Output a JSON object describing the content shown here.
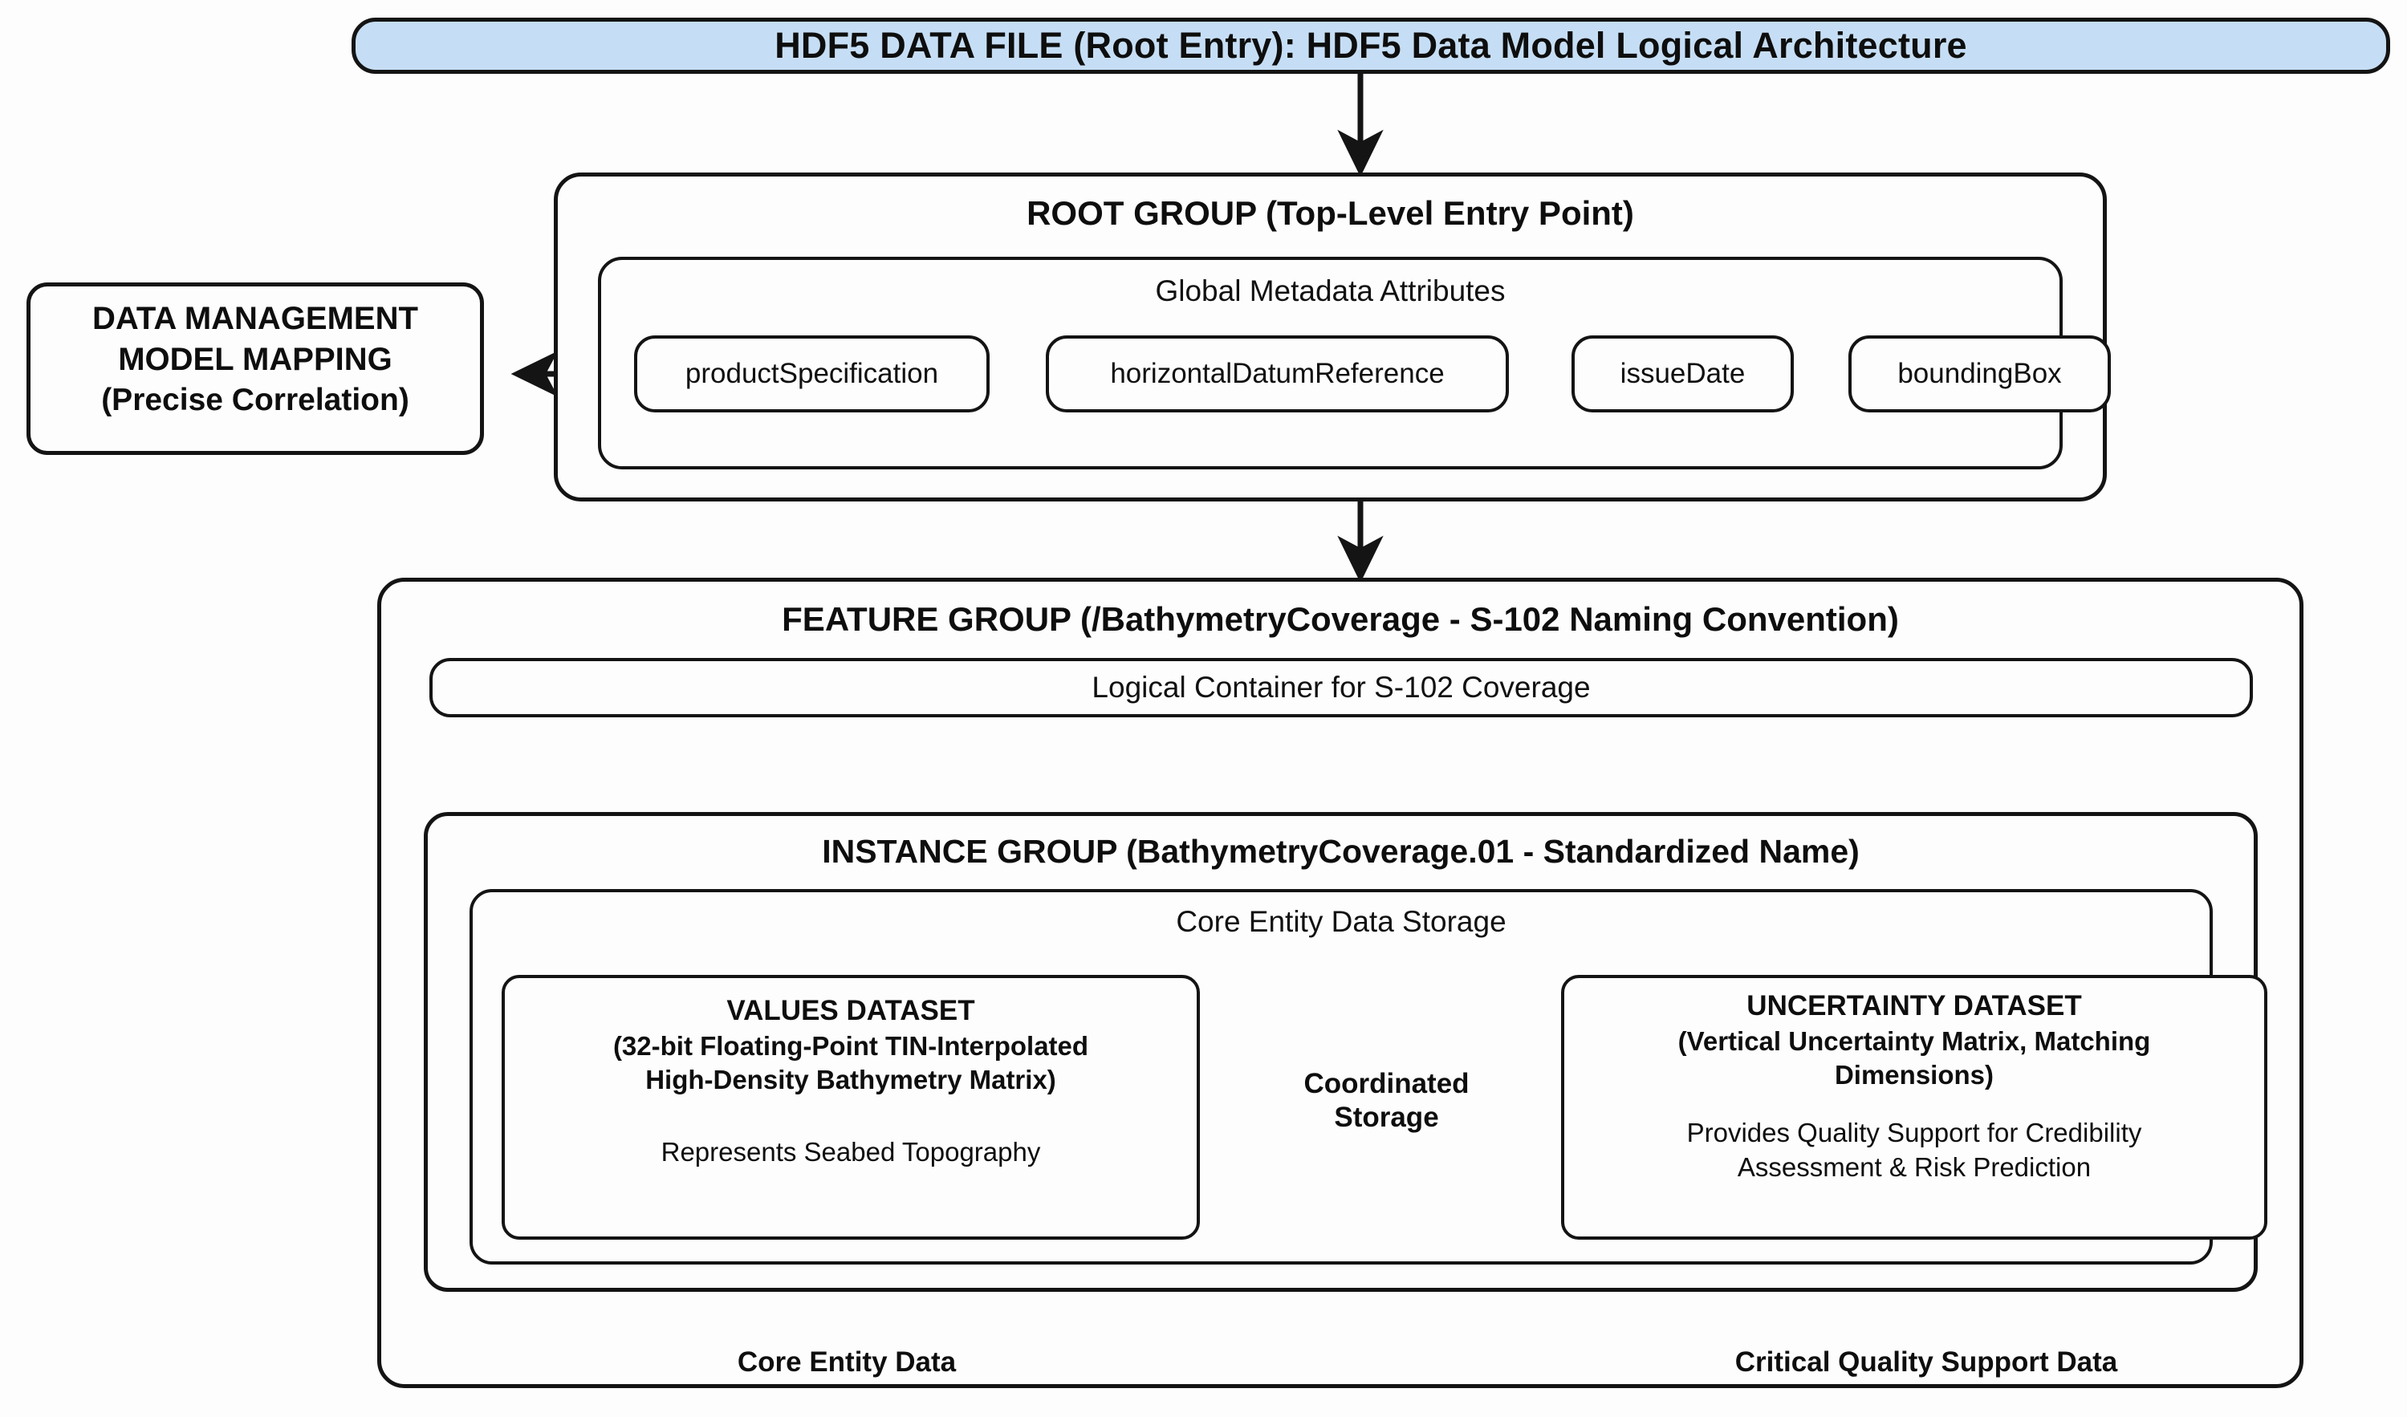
{
  "diagram": {
    "title_banner": "HDF5 DATA FILE (Root Entry): HDF5 Data Model Logical Architecture",
    "accent_color": "#c6def5",
    "line_color": "#141414",
    "background_color": "#fdfdfd"
  },
  "root_group": {
    "header": "ROOT GROUP (Top-Level Entry Point)",
    "metadata_title": "Global Metadata Attributes",
    "attributes": [
      {
        "name": "productSpecification"
      },
      {
        "name": "horizontalDatumReference"
      },
      {
        "name": "issueDate"
      },
      {
        "name": "boundingBox"
      }
    ]
  },
  "mapping_box": {
    "line1": "DATA MANAGEMENT",
    "line2": "MODEL MAPPING",
    "line3": "(Precise Correlation)"
  },
  "feature_group": {
    "header": "FEATURE GROUP (/BathymetryCoverage - S-102 Naming Convention)",
    "container_label": "Logical Container for S-102 Coverage"
  },
  "instance_group": {
    "header": "INSTANCE GROUP (BathymetryCoverage.01 - Standardized Name)",
    "storage_label": "Core Entity Data Storage"
  },
  "values_dataset": {
    "title": "VALUES DATASET",
    "spec_line1": "(32-bit Floating-Point TIN-Interpolated",
    "spec_line2": "High-Density Bathymetry Matrix)",
    "note": "Represents Seabed Topography"
  },
  "uncertainty_dataset": {
    "title": "UNCERTAINTY DATASET",
    "spec_line1": "(Vertical Uncertainty Matrix, Matching",
    "spec_line2": "Dimensions)",
    "note_line1": "Provides Quality Support for Credibility",
    "note_line2": "Assessment & Risk Prediction"
  },
  "connectors": {
    "coordinated_line1": "Coordinated",
    "coordinated_line2": "Storage"
  },
  "outputs": {
    "left": "Core Entity Data",
    "right": "Critical Quality Support Data"
  }
}
